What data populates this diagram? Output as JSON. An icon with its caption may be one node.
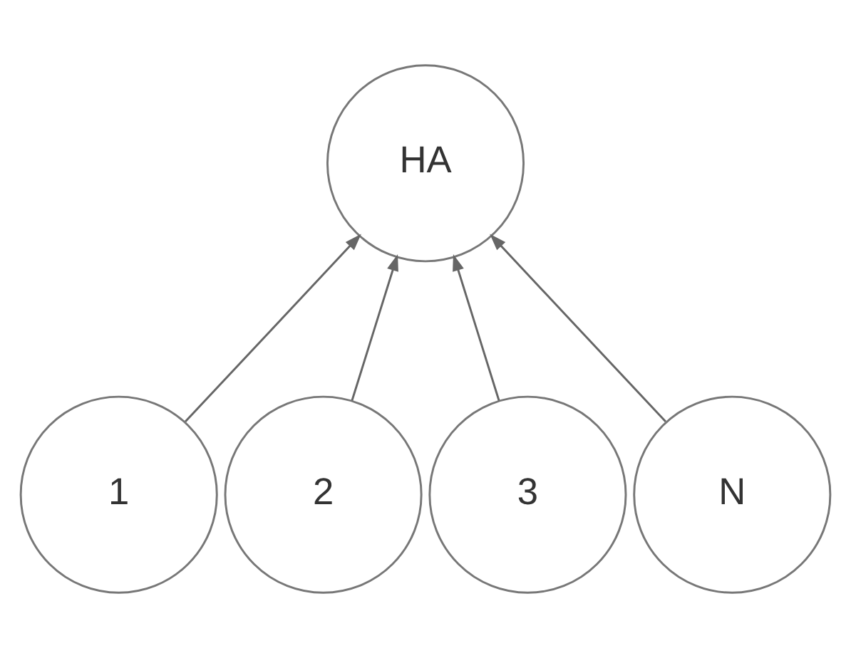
{
  "diagram": {
    "nodes": [
      {
        "text": [
          "HA"
        ]
      },
      {
        "text": [
          "1"
        ]
      },
      {
        "text": [
          "2"
        ]
      },
      {
        "text": [
          "3"
        ]
      },
      {
        "text": [
          "N"
        ]
      }
    ],
    "edges": [
      {
        "from": 1,
        "to": 0,
        "arrow": "to"
      },
      {
        "from": 2,
        "to": 0,
        "arrow": "to"
      },
      {
        "from": 3,
        "to": 0,
        "arrow": "to"
      },
      {
        "from": 4,
        "to": 0,
        "arrow": "to"
      }
    ]
  }
}
